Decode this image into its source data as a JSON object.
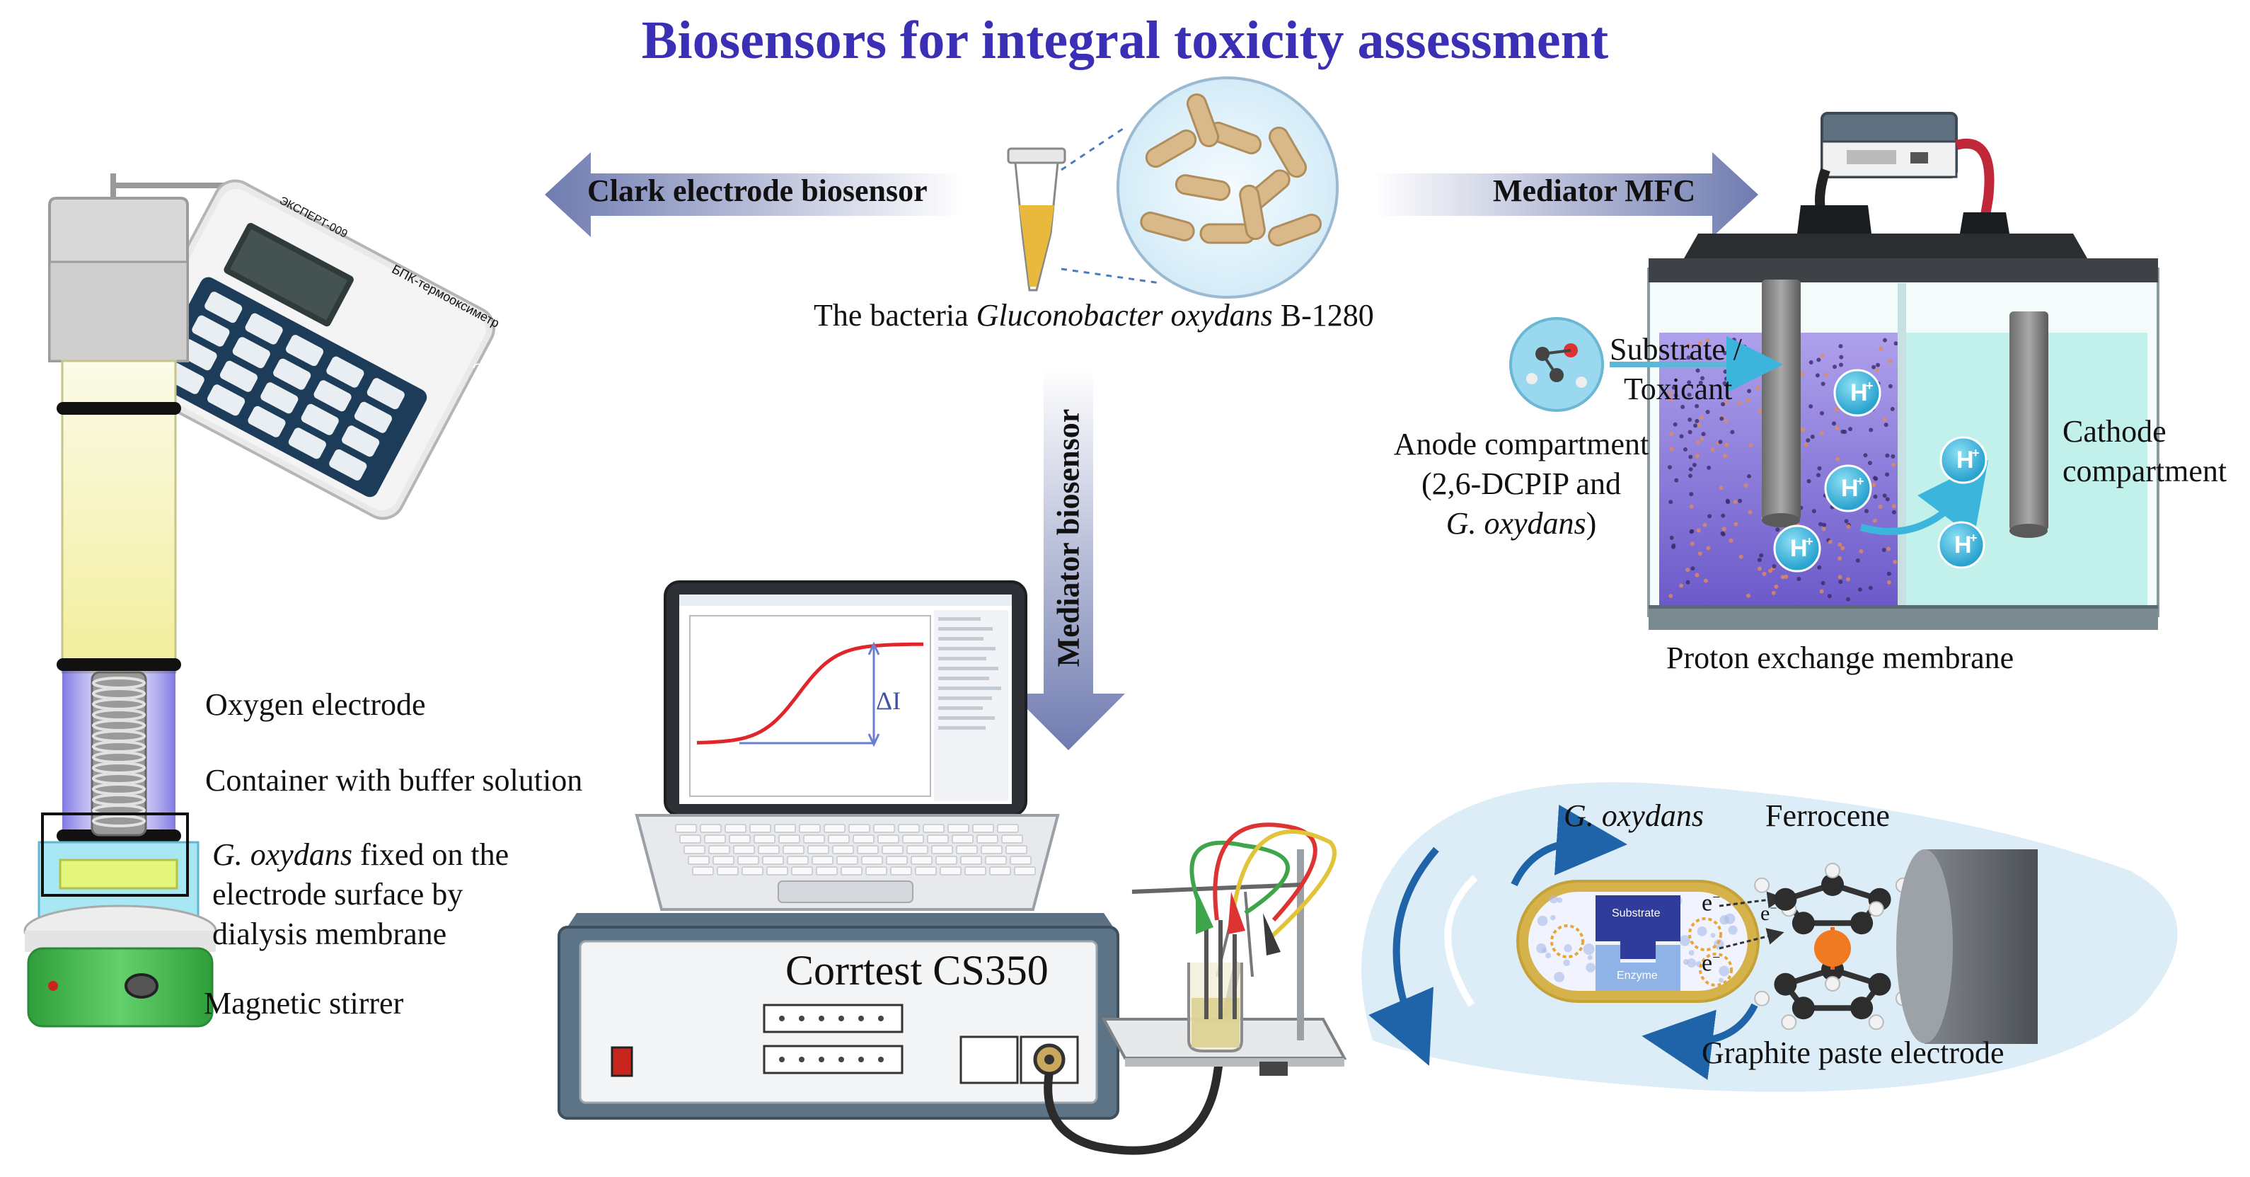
{
  "title": "Biosensors for integral toxicity assessment",
  "arrows": {
    "clark": "Clark electrode biosensor",
    "mfc": "Mediator MFC",
    "mediator": "Mediator biosensor"
  },
  "bacteria": {
    "prefix": "The bacteria ",
    "species": "Gluconobacter oxydans",
    "strain": " B-1280"
  },
  "clark": {
    "oxygen_electrode": "Oxygen electrode",
    "container": "Container with buffer solution",
    "fixed_italic": "G. oxydans",
    "fixed_line1": " fixed on the",
    "fixed_line2": "electrode surface by",
    "fixed_line3": "dialysis membrane",
    "stirrer": "Magnetic stirrer",
    "meter_brand": "ЭКСПЕРТ",
    "meter_model": "ЭКСПЕРТ-009",
    "meter_name": "БПК-термооксиметр"
  },
  "mfc": {
    "substrate_line1": "Substrate /",
    "substrate_line2": "Toxicant",
    "anode_line1": "Anode compartment",
    "anode_line2": "(2,6-DCPIP and",
    "anode_line3_italic": "G. oxydans",
    "anode_line3_end": ")",
    "cathode_line1": "Cathode",
    "cathode_line2": "compartment",
    "membrane": "Proton exchange membrane",
    "proton": "H",
    "proton_sup": "+"
  },
  "potentiostat": {
    "name": "Corrtest CS350",
    "delta_label": "ΔI"
  },
  "electrode_detail": {
    "goxydans": "G. oxydans",
    "ferrocene": "Ferrocene",
    "graphite": "Graphite paste electrode",
    "substrate": "Substrate",
    "enzyme": "Enzyme",
    "electron": "e",
    "electron_sup": "−"
  },
  "colors": {
    "title": "#3a2fb5",
    "arrow": "#6f7bb0",
    "anode": "#7c66d6",
    "cathode": "#b9ece6",
    "proton": "#3cb5dc",
    "curve": "#e0262b",
    "detail_bg": "#dcedf7",
    "stirrer": "#3db84a",
    "column": "#f6f3b8"
  }
}
